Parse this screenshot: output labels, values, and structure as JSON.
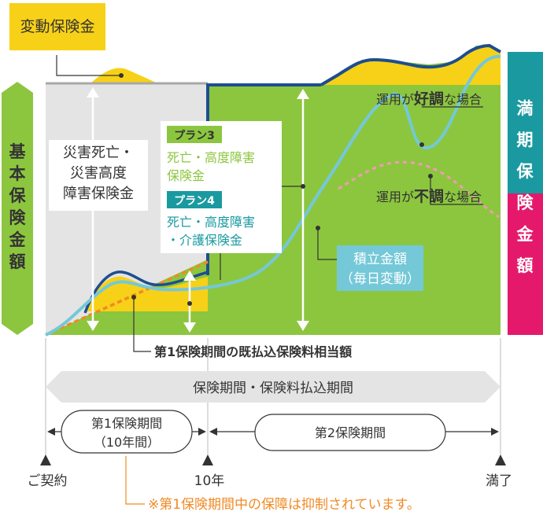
{
  "labels": {
    "variable_insurance": "変動保険金",
    "basic_insurance": [
      "基",
      "本",
      "保",
      "険",
      "金",
      "額"
    ],
    "maturity_insurance": [
      "満",
      "期",
      "保",
      "険",
      "金",
      "額"
    ],
    "disaster_benefit": [
      "災害死亡・",
      "災害高度",
      "障害保険金"
    ],
    "plan3_tag": "プラン3",
    "plan3_text": [
      "死亡・高度障害",
      "保険金"
    ],
    "plan4_tag": "プラン4",
    "plan4_text": [
      "死亡・高度障害",
      "・介護保険金"
    ],
    "good_case": {
      "pre": "運用が",
      "key": "好調",
      "post": "な場合"
    },
    "bad_case": {
      "pre": "運用が",
      "key": "不調",
      "post": "な場合"
    },
    "accumulated": [
      "積立金額",
      "（毎日変動）"
    ],
    "first_period_premium": "第1保険期間の既払込保険料相当額",
    "insurance_period": "保険期間・保険料払込期間",
    "first_period": [
      "第1保険期間",
      "（10年間）"
    ],
    "second_period": "第2保険期間",
    "ticks": {
      "start": "ご契約",
      "ten_years": "10年",
      "maturity": "満了"
    },
    "footnote": "※第1保険期間中の保障は抑制されています。"
  },
  "colors": {
    "yellow": "#f7d117",
    "green": "#8cc63f",
    "teal": "#1a9aa0",
    "magenta": "#e5196b",
    "navy": "#1d4e8f",
    "lightblue": "#74c8d8",
    "orange": "#f08a24",
    "gray": "#e4e4e4",
    "pink": "#f09bb5"
  }
}
